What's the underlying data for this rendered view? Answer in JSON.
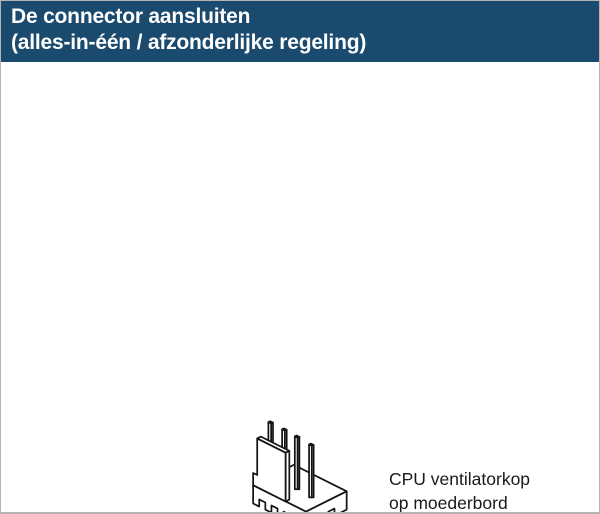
{
  "page": {
    "background": "#FFFFFF",
    "border_color": "#B4B4B4"
  },
  "header": {
    "title_line1": "De connector aansluiten",
    "title_line2": "(alles-in-één / afzonderlijke regeling)",
    "background": "#1A4A6D",
    "text_color": "#FFFFFF"
  },
  "figure": {
    "illustration": "cpu-fan-header-4-pin-isometric-line-art",
    "line_color": "#141414",
    "caption_line1": "CPU ventilatorkop",
    "caption_line2": "op moederbord",
    "caption_color": "#1A1A1A"
  }
}
